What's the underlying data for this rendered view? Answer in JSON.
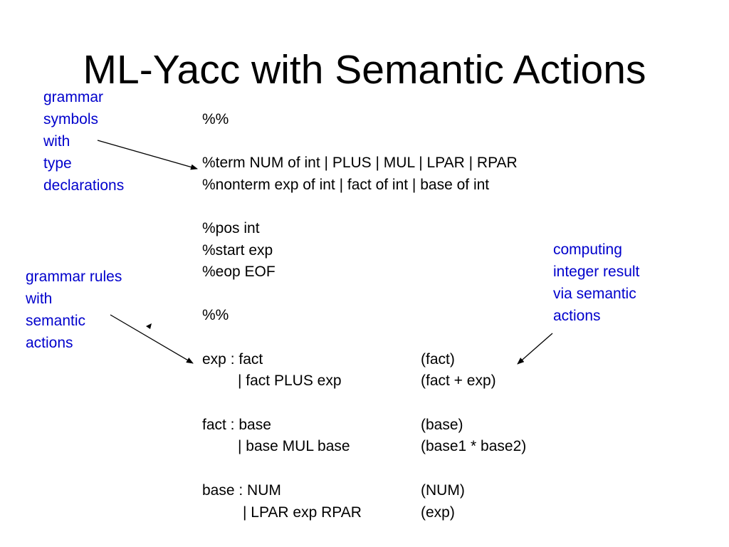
{
  "slide": {
    "title": "ML-Yacc with Semantic Actions"
  },
  "code": {
    "declarations": [
      "%%",
      "%term NUM of int | PLUS | MUL | LPAR | RPAR",
      "%nonterm exp of int | fact of int | base of int",
      "%pos int",
      "%start exp",
      "%eop EOF",
      "%%"
    ],
    "rules": [
      {
        "production": "exp : fact",
        "action": "(fact)"
      },
      {
        "production": "| fact PLUS exp",
        "action": "(fact + exp)"
      },
      {
        "production": "fact : base",
        "action": "(base)"
      },
      {
        "production": "| base MUL base",
        "action": "(base1 * base2)"
      },
      {
        "production": "base : NUM",
        "action": "(NUM)"
      },
      {
        "production": "| LPAR exp RPAR",
        "action": "(exp)"
      }
    ]
  },
  "annotations": {
    "symbols_note": [
      "grammar",
      "symbols",
      "with",
      "type",
      "declarations"
    ],
    "rules_note": [
      "grammar rules",
      "with",
      "semantic",
      "actions"
    ],
    "result_note": [
      "computing",
      "integer result",
      "via semantic",
      "actions"
    ]
  },
  "colors": {
    "annotation_text": "#0000cc",
    "body_text": "#000000",
    "background": "#ffffff"
  }
}
